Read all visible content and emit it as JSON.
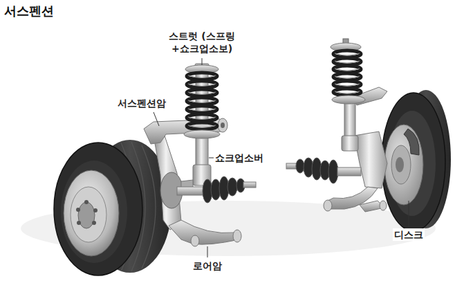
{
  "diagram": {
    "title": "서스펜션",
    "labels": [
      "스트럿 (스프링+쇼크업소보)",
      "서스펜션암",
      "쇼크업소버",
      "로어암",
      "디스크"
    ]
  }
}
